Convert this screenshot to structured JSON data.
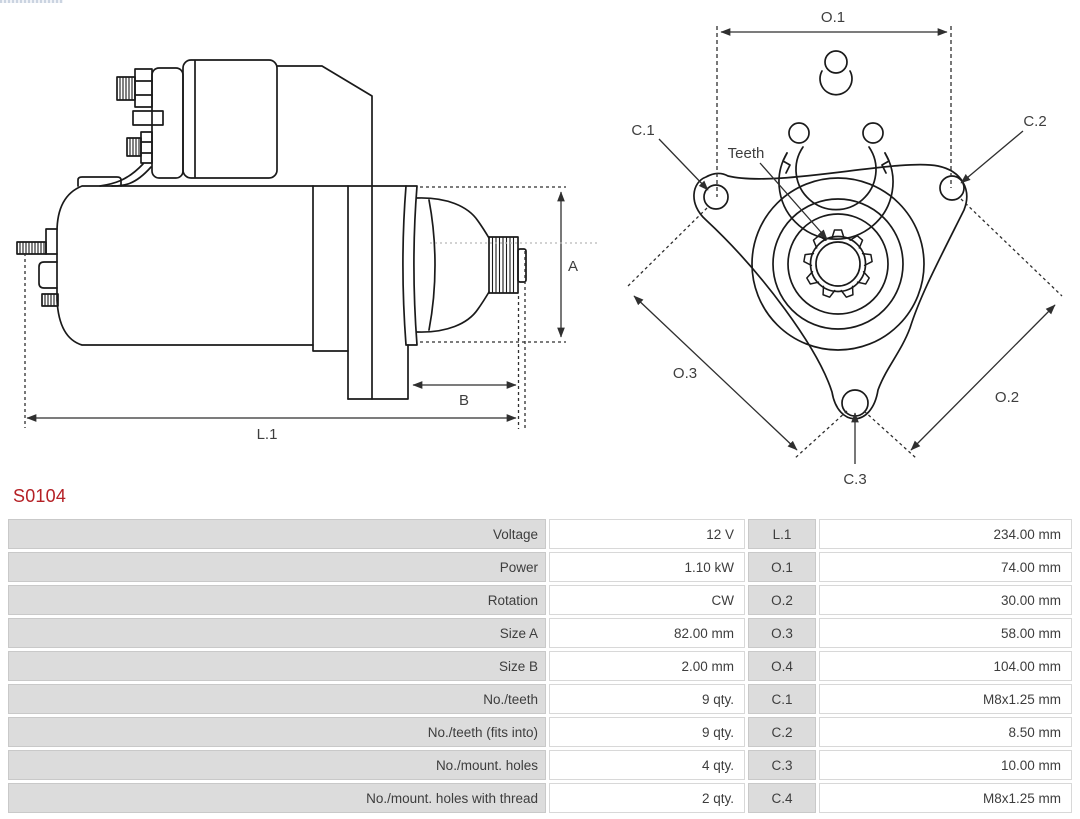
{
  "part": {
    "number": "S0104"
  },
  "colors": {
    "accent_red": "#b52025",
    "table_label_bg": "#dcdcdc",
    "line_art": "#1a1a1a",
    "dimension_line": "#2f2f2f"
  },
  "diagram": {
    "side_view": {
      "labels": {
        "a": "A",
        "b": "B",
        "l1": "L.1"
      }
    },
    "front_view": {
      "labels": {
        "o1": "O.1",
        "o2": "O.2",
        "o3": "O.3",
        "c1": "C.1",
        "c2": "C.2",
        "c3": "C.3",
        "teeth": "Teeth"
      }
    }
  },
  "table": {
    "rows": [
      {
        "label": "Voltage",
        "value": "12 V",
        "dim": "L.1",
        "dim_value": "234.00 mm"
      },
      {
        "label": "Power",
        "value": "1.10 kW",
        "dim": "O.1",
        "dim_value": "74.00 mm"
      },
      {
        "label": "Rotation",
        "value": "CW",
        "dim": "O.2",
        "dim_value": "30.00 mm"
      },
      {
        "label": "Size A",
        "value": "82.00 mm",
        "dim": "O.3",
        "dim_value": "58.00 mm"
      },
      {
        "label": "Size B",
        "value": "2.00 mm",
        "dim": "O.4",
        "dim_value": "104.00 mm"
      },
      {
        "label": "No./teeth",
        "value": "9 qty.",
        "dim": "C.1",
        "dim_value": "M8x1.25 mm"
      },
      {
        "label": "No./teeth (fits into)",
        "value": "9 qty.",
        "dim": "C.2",
        "dim_value": "8.50 mm"
      },
      {
        "label": "No./mount. holes",
        "value": "4 qty.",
        "dim": "C.3",
        "dim_value": "10.00 mm"
      },
      {
        "label": "No./mount. holes with thread",
        "value": "2 qty.",
        "dim": "C.4",
        "dim_value": "M8x1.25 mm"
      }
    ]
  }
}
